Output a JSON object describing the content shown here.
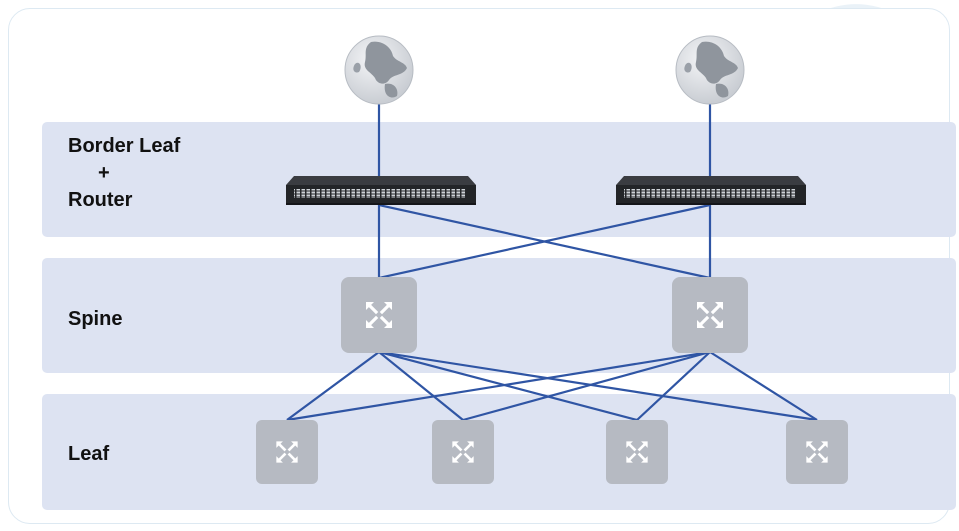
{
  "layers": {
    "border": {
      "line1": "Border Leaf",
      "line2": "+",
      "line3": "Router"
    },
    "spine": {
      "label": "Spine"
    },
    "leaf": {
      "label": "Leaf"
    }
  },
  "colors": {
    "band": "#dde3f2",
    "link": "#2f55a4",
    "switch_node": "#b6bac2",
    "switch_icon": "#ffffff",
    "router_body": "#2b2d31",
    "globe_land": "#9aa0a8",
    "globe_ocean": "#e3e6ea"
  },
  "nodes": {
    "internet_count": 2,
    "border_router_count": 2,
    "spine_count": 2,
    "leaf_count": 4
  }
}
